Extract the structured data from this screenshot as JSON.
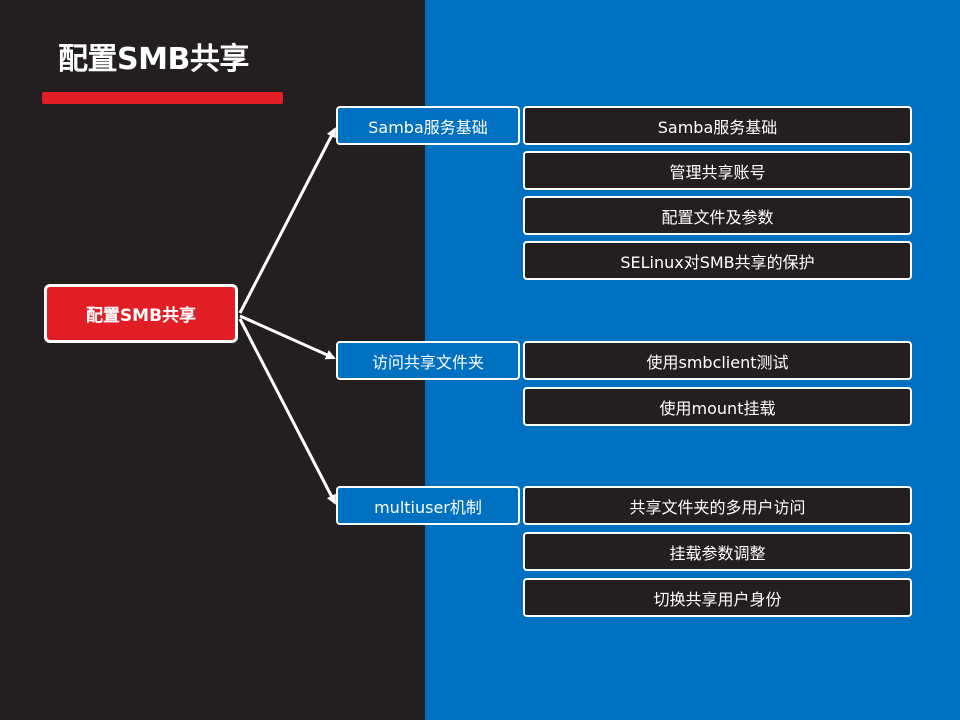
{
  "title": "配置SMB共享",
  "root": {
    "label": "配置SMB共享"
  },
  "branches": [
    {
      "label": "Samba服务基础",
      "items": [
        "Samba服务基础",
        "管理共享账号",
        "配置文件及参数",
        "SELinux对SMB共享的保护"
      ]
    },
    {
      "label": "访问共享文件夹",
      "items": [
        "使用smbclient测试",
        "使用mount挂载"
      ]
    },
    {
      "label": "multiuser机制",
      "items": [
        "共享文件夹的多用户访问",
        "挂载参数调整",
        "切换共享用户身份"
      ]
    }
  ],
  "colors": {
    "dark_bg": "#231f20",
    "blue_bg": "#0070c0",
    "accent_red": "#e11d26",
    "text": "#ffffff"
  }
}
